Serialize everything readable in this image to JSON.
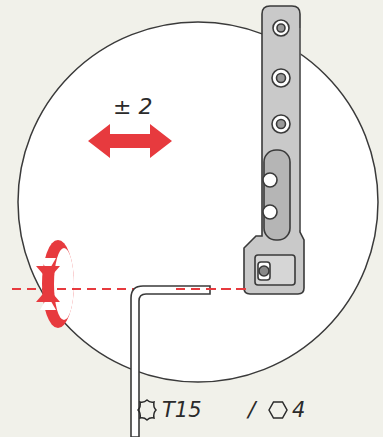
{
  "diagram": {
    "labels": [
      "± 2",
      "T15",
      "/",
      "4"
    ]
  }
}
